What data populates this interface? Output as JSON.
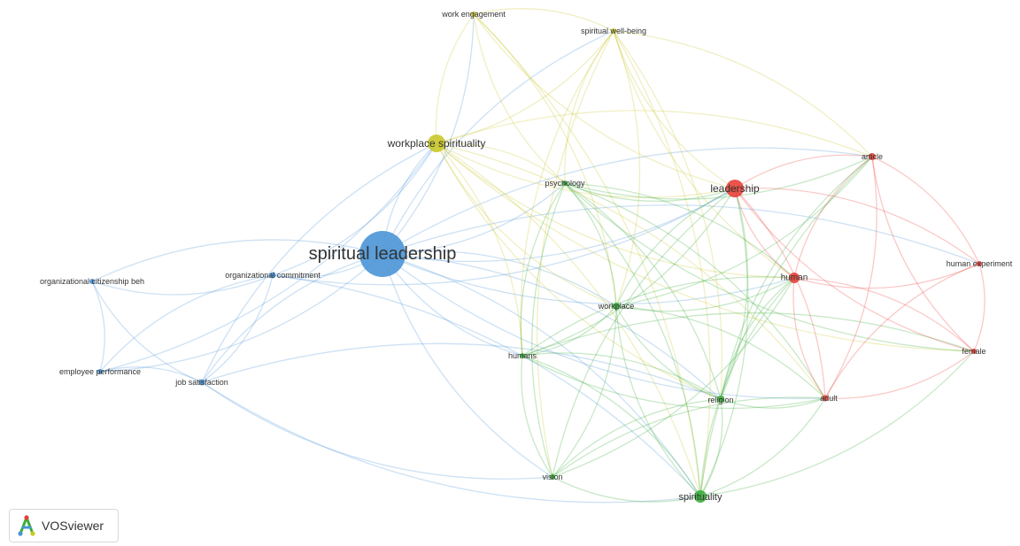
{
  "branding": {
    "label": "VOSviewer"
  },
  "clusters": {
    "red": "#e8413a",
    "green": "#3aae3a",
    "blue": "#4a95d6",
    "yellow": "#c9c72a"
  },
  "network": {
    "nodes": [
      {
        "id": "spiritual-leadership",
        "label": "spiritual leadership",
        "cluster": "blue"
      },
      {
        "id": "organizational-commitment",
        "label": "organizational commitment",
        "cluster": "blue"
      },
      {
        "id": "organizational-citizenship",
        "label": "organizational citizenship beh",
        "cluster": "blue"
      },
      {
        "id": "employee-performance",
        "label": "employee performance",
        "cluster": "blue"
      },
      {
        "id": "job-satisfaction",
        "label": "job satisfaction",
        "cluster": "blue"
      },
      {
        "id": "workplace-spirituality",
        "label": "workplace spirituality",
        "cluster": "yellow"
      },
      {
        "id": "work-engagement",
        "label": "work engagement",
        "cluster": "yellow"
      },
      {
        "id": "spiritual-well-being",
        "label": "spiritual well-being",
        "cluster": "yellow"
      },
      {
        "id": "psychology",
        "label": "psychology",
        "cluster": "green"
      },
      {
        "id": "workplace",
        "label": "workplace",
        "cluster": "green"
      },
      {
        "id": "humans",
        "label": "humans",
        "cluster": "green"
      },
      {
        "id": "religion",
        "label": "religion",
        "cluster": "green"
      },
      {
        "id": "vision",
        "label": "vision",
        "cluster": "green"
      },
      {
        "id": "spirituality",
        "label": "spirituality",
        "cluster": "green"
      },
      {
        "id": "leadership",
        "label": "leadership",
        "cluster": "red"
      },
      {
        "id": "article",
        "label": "article",
        "cluster": "red"
      },
      {
        "id": "human",
        "label": "human",
        "cluster": "red"
      },
      {
        "id": "human-experiment",
        "label": "human experiment",
        "cluster": "red"
      },
      {
        "id": "female",
        "label": "female",
        "cluster": "red"
      },
      {
        "id": "adult",
        "label": "adult",
        "cluster": "red"
      }
    ],
    "links": [
      [
        "spiritual-leadership",
        "organizational-commitment"
      ],
      [
        "spiritual-leadership",
        "organizational-citizenship"
      ],
      [
        "spiritual-leadership",
        "employee-performance"
      ],
      [
        "spiritual-leadership",
        "job-satisfaction"
      ],
      [
        "spiritual-leadership",
        "workplace-spirituality"
      ],
      [
        "spiritual-leadership",
        "work-engagement"
      ],
      [
        "spiritual-leadership",
        "spiritual-well-being"
      ],
      [
        "spiritual-leadership",
        "psychology"
      ],
      [
        "spiritual-leadership",
        "workplace"
      ],
      [
        "spiritual-leadership",
        "humans"
      ],
      [
        "spiritual-leadership",
        "religion"
      ],
      [
        "spiritual-leadership",
        "vision"
      ],
      [
        "spiritual-leadership",
        "spirituality"
      ],
      [
        "spiritual-leadership",
        "leadership"
      ],
      [
        "spiritual-leadership",
        "article"
      ],
      [
        "spiritual-leadership",
        "human"
      ],
      [
        "spiritual-leadership",
        "human-experiment"
      ],
      [
        "spiritual-leadership",
        "adult"
      ],
      [
        "organizational-commitment",
        "organizational-citizenship"
      ],
      [
        "organizational-commitment",
        "employee-performance"
      ],
      [
        "organizational-commitment",
        "job-satisfaction"
      ],
      [
        "organizational-commitment",
        "workplace-spirituality"
      ],
      [
        "organizational-commitment",
        "spirituality"
      ],
      [
        "organizational-commitment",
        "leadership"
      ],
      [
        "organizational-citizenship",
        "employee-performance"
      ],
      [
        "organizational-citizenship",
        "job-satisfaction"
      ],
      [
        "employee-performance",
        "job-satisfaction"
      ],
      [
        "employee-performance",
        "workplace-spirituality"
      ],
      [
        "job-satisfaction",
        "workplace-spirituality"
      ],
      [
        "job-satisfaction",
        "spirituality"
      ],
      [
        "job-satisfaction",
        "religion"
      ],
      [
        "job-satisfaction",
        "vision"
      ],
      [
        "workplace-spirituality",
        "work-engagement"
      ],
      [
        "workplace-spirituality",
        "spiritual-well-being"
      ],
      [
        "workplace-spirituality",
        "psychology"
      ],
      [
        "workplace-spirituality",
        "workplace"
      ],
      [
        "workplace-spirituality",
        "humans"
      ],
      [
        "workplace-spirituality",
        "religion"
      ],
      [
        "workplace-spirituality",
        "spirituality"
      ],
      [
        "workplace-spirituality",
        "leadership"
      ],
      [
        "workplace-spirituality",
        "article"
      ],
      [
        "workplace-spirituality",
        "human"
      ],
      [
        "workplace-spirituality",
        "adult"
      ],
      [
        "workplace-spirituality",
        "female"
      ],
      [
        "work-engagement",
        "spiritual-well-being"
      ],
      [
        "work-engagement",
        "psychology"
      ],
      [
        "work-engagement",
        "workplace"
      ],
      [
        "work-engagement",
        "leadership"
      ],
      [
        "work-engagement",
        "spirituality"
      ],
      [
        "spiritual-well-being",
        "psychology"
      ],
      [
        "spiritual-well-being",
        "workplace"
      ],
      [
        "spiritual-well-being",
        "humans"
      ],
      [
        "spiritual-well-being",
        "religion"
      ],
      [
        "spiritual-well-being",
        "leadership"
      ],
      [
        "spiritual-well-being",
        "article"
      ],
      [
        "spiritual-well-being",
        "human"
      ],
      [
        "spiritual-well-being",
        "spirituality"
      ],
      [
        "spiritual-well-being",
        "vision"
      ],
      [
        "psychology",
        "workplace"
      ],
      [
        "psychology",
        "humans"
      ],
      [
        "psychology",
        "religion"
      ],
      [
        "psychology",
        "vision"
      ],
      [
        "psychology",
        "spirituality"
      ],
      [
        "psychology",
        "leadership"
      ],
      [
        "psychology",
        "human"
      ],
      [
        "psychology",
        "article"
      ],
      [
        "psychology",
        "adult"
      ],
      [
        "psychology",
        "female"
      ],
      [
        "workplace",
        "humans"
      ],
      [
        "workplace",
        "religion"
      ],
      [
        "workplace",
        "vision"
      ],
      [
        "workplace",
        "spirituality"
      ],
      [
        "workplace",
        "leadership"
      ],
      [
        "workplace",
        "human"
      ],
      [
        "workplace",
        "adult"
      ],
      [
        "workplace",
        "article"
      ],
      [
        "humans",
        "religion"
      ],
      [
        "humans",
        "vision"
      ],
      [
        "humans",
        "spirituality"
      ],
      [
        "humans",
        "leadership"
      ],
      [
        "humans",
        "human"
      ],
      [
        "humans",
        "adult"
      ],
      [
        "humans",
        "female"
      ],
      [
        "religion",
        "vision"
      ],
      [
        "religion",
        "spirituality"
      ],
      [
        "religion",
        "leadership"
      ],
      [
        "religion",
        "human"
      ],
      [
        "religion",
        "adult"
      ],
      [
        "religion",
        "article"
      ],
      [
        "vision",
        "spirituality"
      ],
      [
        "vision",
        "leadership"
      ],
      [
        "vision",
        "human"
      ],
      [
        "vision",
        "adult"
      ],
      [
        "spirituality",
        "leadership"
      ],
      [
        "spirituality",
        "human"
      ],
      [
        "spirituality",
        "adult"
      ],
      [
        "spirituality",
        "article"
      ],
      [
        "spirituality",
        "female"
      ],
      [
        "leadership",
        "article"
      ],
      [
        "leadership",
        "human"
      ],
      [
        "leadership",
        "human-experiment"
      ],
      [
        "leadership",
        "female"
      ],
      [
        "leadership",
        "adult"
      ],
      [
        "article",
        "human"
      ],
      [
        "article",
        "human-experiment"
      ],
      [
        "article",
        "female"
      ],
      [
        "article",
        "adult"
      ],
      [
        "human",
        "human-experiment"
      ],
      [
        "human",
        "female"
      ],
      [
        "human",
        "adult"
      ],
      [
        "human-experiment",
        "female"
      ],
      [
        "human-experiment",
        "adult"
      ],
      [
        "female",
        "adult"
      ]
    ]
  }
}
